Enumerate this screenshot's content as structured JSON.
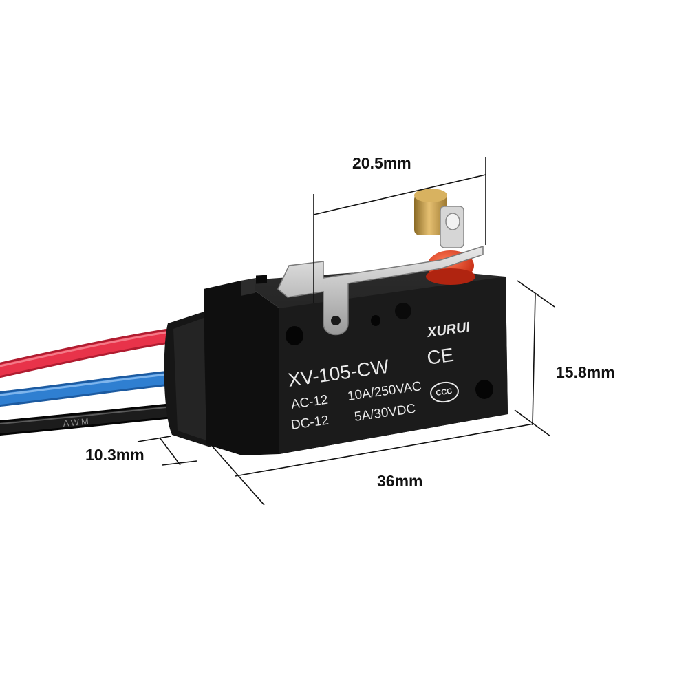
{
  "dimensions": {
    "actuator_width": "20.5mm",
    "body_height": "15.8mm",
    "body_depth": "10.3mm",
    "body_length": "36mm"
  },
  "switch_markings": {
    "brand": "XURUI",
    "model": "XV-105-CW",
    "ce_mark": "CE",
    "ac_label": "AC-12",
    "ac_rating": "10A/250VAC",
    "dc_label": "DC-12",
    "dc_rating": "5A/30VDC",
    "ccc_mark": "CCC"
  },
  "wire_print": "AWM",
  "colors": {
    "background": "#ffffff",
    "body": "#1b1b1b",
    "red_wire": "#e8334a",
    "blue_wire": "#2f7fd1",
    "black_wire": "#151515",
    "plunger": "#e0331b",
    "roller": "#c99a3a",
    "lever": "#c9c9c9",
    "dimension_line": "#111111",
    "marking_text": "#e9e9e9"
  }
}
